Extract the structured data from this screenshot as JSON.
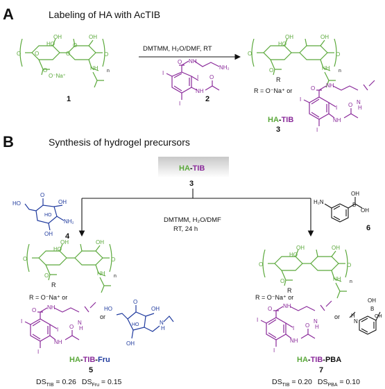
{
  "panel_a": {
    "letter": "A",
    "title": "Labeling of HA with AcTIB",
    "conditions": "DMTMM, H₂O/DMF, RT",
    "compound1_label": "1",
    "compound2_label": "2",
    "compound3_label": "3",
    "subscript_n": "n",
    "r_group": "R",
    "r_def": "R = O⁻Na⁺ or",
    "carboxylate": "O⁻Na⁺",
    "product_name_a": "HA",
    "product_name_b": "TIB",
    "dash": "-"
  },
  "panel_b": {
    "letter": "B",
    "title": "Synthesis of hydrogel precursors",
    "start_a": "HA",
    "start_b": "TIB",
    "start_label": "3",
    "conditions_1": "DMTMM, H₂O/DMF",
    "conditions_2": "RT, 24 h",
    "compound4_label": "4",
    "compound6_label": "6",
    "compound5_label": "5",
    "compound7_label": "7",
    "r_def_left": "R = O⁻Na⁺ or",
    "r_def_right": "R = O⁻Na⁺ or",
    "or": "or",
    "left_name": [
      "HA",
      "-",
      "TIB",
      "-",
      "Fru"
    ],
    "right_name": [
      "HA",
      "-",
      "TIB",
      "-",
      "PBA"
    ],
    "ds_left_1": "DS",
    "ds_left_1_sub": "TIB",
    "ds_left_1_val": " = 0.26",
    "ds_left_2": "DS",
    "ds_left_2_sub": "Fru",
    "ds_left_2_val": " = 0.15",
    "ds_right_1": "DS",
    "ds_right_1_sub": "TIB",
    "ds_right_1_val": " = 0.20",
    "ds_right_2": "DS",
    "ds_right_2_sub": "PBA",
    "ds_right_2_val": " = 0.10"
  },
  "atoms": {
    "O": "O",
    "OH": "OH",
    "HO": "HO",
    "NH": "NH",
    "NH2": "NH₂",
    "N": "N",
    "H": "H",
    "I": "I",
    "B": "B",
    "H2N": "H₂N",
    "R": "R"
  },
  "colors": {
    "ha": "#5aa83a",
    "tib": "#8a2a9a",
    "sugar": "#1f3a9e",
    "text": "#111111"
  }
}
